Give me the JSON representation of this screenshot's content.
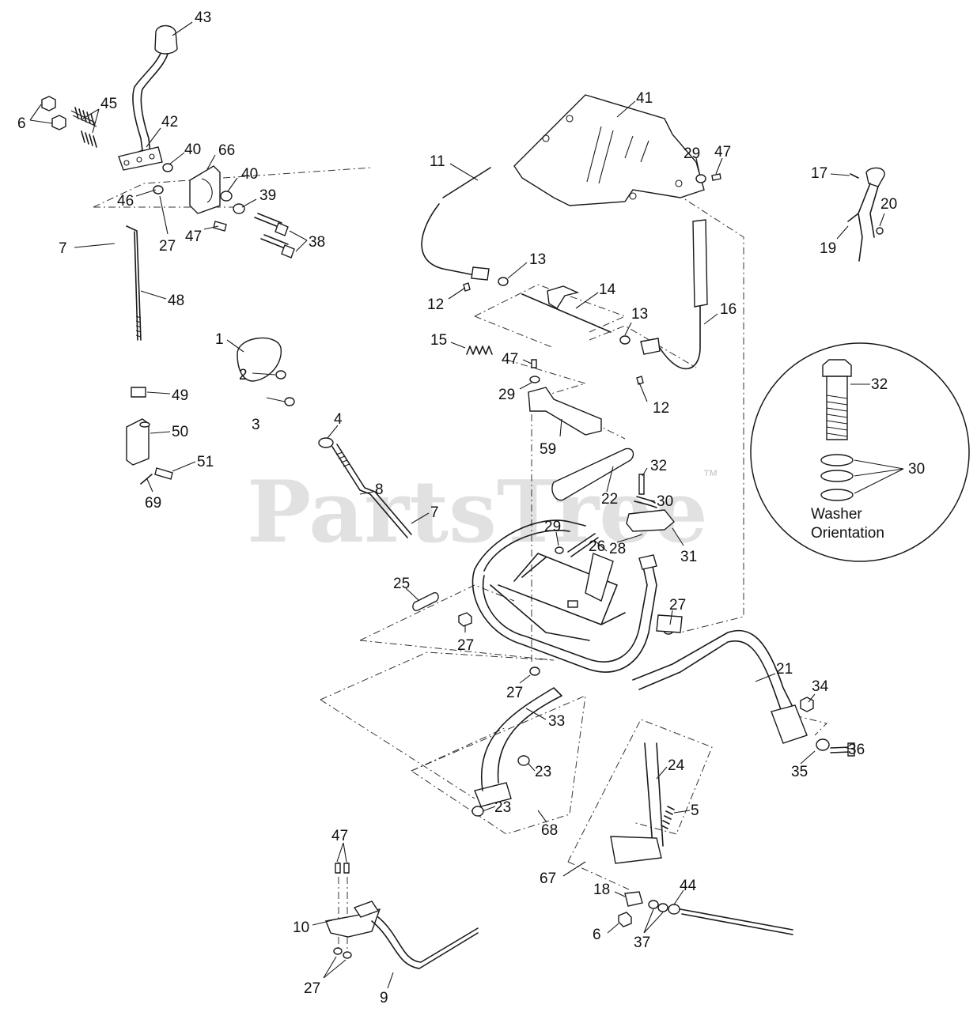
{
  "watermark": {
    "text": "PartsTree",
    "tm": "™"
  },
  "callout": {
    "line1": "Washer",
    "line2": "Orientation"
  },
  "labels": [
    {
      "id": "l43",
      "text": "43"
    },
    {
      "id": "l45",
      "text": "45"
    },
    {
      "id": "l6a",
      "text": "6"
    },
    {
      "id": "l42",
      "text": "42"
    },
    {
      "id": "l40a",
      "text": "40"
    },
    {
      "id": "l66",
      "text": "66"
    },
    {
      "id": "l46",
      "text": "46"
    },
    {
      "id": "l40b",
      "text": "40"
    },
    {
      "id": "l39",
      "text": "39"
    },
    {
      "id": "l7a",
      "text": "7"
    },
    {
      "id": "l27a",
      "text": "27"
    },
    {
      "id": "l47a",
      "text": "47"
    },
    {
      "id": "l38",
      "text": "38"
    },
    {
      "id": "l48",
      "text": "48"
    },
    {
      "id": "l1",
      "text": "1"
    },
    {
      "id": "l2",
      "text": "2"
    },
    {
      "id": "l3",
      "text": "3"
    },
    {
      "id": "l4",
      "text": "4"
    },
    {
      "id": "l49",
      "text": "49"
    },
    {
      "id": "l50",
      "text": "50"
    },
    {
      "id": "l51",
      "text": "51"
    },
    {
      "id": "l69",
      "text": "69"
    },
    {
      "id": "l8",
      "text": "8"
    },
    {
      "id": "l7b",
      "text": "7"
    },
    {
      "id": "l41",
      "text": "41"
    },
    {
      "id": "l29a",
      "text": "29"
    },
    {
      "id": "l47b",
      "text": "47"
    },
    {
      "id": "l11",
      "text": "11"
    },
    {
      "id": "l17",
      "text": "17"
    },
    {
      "id": "l20",
      "text": "20"
    },
    {
      "id": "l19",
      "text": "19"
    },
    {
      "id": "l13a",
      "text": "13"
    },
    {
      "id": "l12a",
      "text": "12"
    },
    {
      "id": "l14",
      "text": "14"
    },
    {
      "id": "l16",
      "text": "16"
    },
    {
      "id": "l13b",
      "text": "13"
    },
    {
      "id": "l15",
      "text": "15"
    },
    {
      "id": "l47c",
      "text": "47"
    },
    {
      "id": "l29b",
      "text": "29"
    },
    {
      "id": "l12b",
      "text": "12"
    },
    {
      "id": "l59",
      "text": "59"
    },
    {
      "id": "l32a",
      "text": "32"
    },
    {
      "id": "l22",
      "text": "22"
    },
    {
      "id": "l30a",
      "text": "30"
    },
    {
      "id": "l32b",
      "text": "32"
    },
    {
      "id": "l30b",
      "text": "30"
    },
    {
      "id": "l29c",
      "text": "29"
    },
    {
      "id": "l26",
      "text": "26"
    },
    {
      "id": "l28",
      "text": "28"
    },
    {
      "id": "l31",
      "text": "31"
    },
    {
      "id": "l25",
      "text": "25"
    },
    {
      "id": "l27b",
      "text": "27"
    },
    {
      "id": "l27c",
      "text": "27"
    },
    {
      "id": "l27d",
      "text": "27"
    },
    {
      "id": "l21",
      "text": "21"
    },
    {
      "id": "l34",
      "text": "34"
    },
    {
      "id": "l33",
      "text": "33"
    },
    {
      "id": "l36",
      "text": "36"
    },
    {
      "id": "l35",
      "text": "35"
    },
    {
      "id": "l23a",
      "text": "23"
    },
    {
      "id": "l24",
      "text": "24"
    },
    {
      "id": "l23b",
      "text": "23"
    },
    {
      "id": "l5",
      "text": "5"
    },
    {
      "id": "l68",
      "text": "68"
    },
    {
      "id": "l47d",
      "text": "47"
    },
    {
      "id": "l67",
      "text": "67"
    },
    {
      "id": "l44",
      "text": "44"
    },
    {
      "id": "l18",
      "text": "18"
    },
    {
      "id": "l10",
      "text": "10"
    },
    {
      "id": "l6b",
      "text": "6"
    },
    {
      "id": "l37",
      "text": "37"
    },
    {
      "id": "l27e",
      "text": "27"
    },
    {
      "id": "l9",
      "text": "9"
    }
  ]
}
